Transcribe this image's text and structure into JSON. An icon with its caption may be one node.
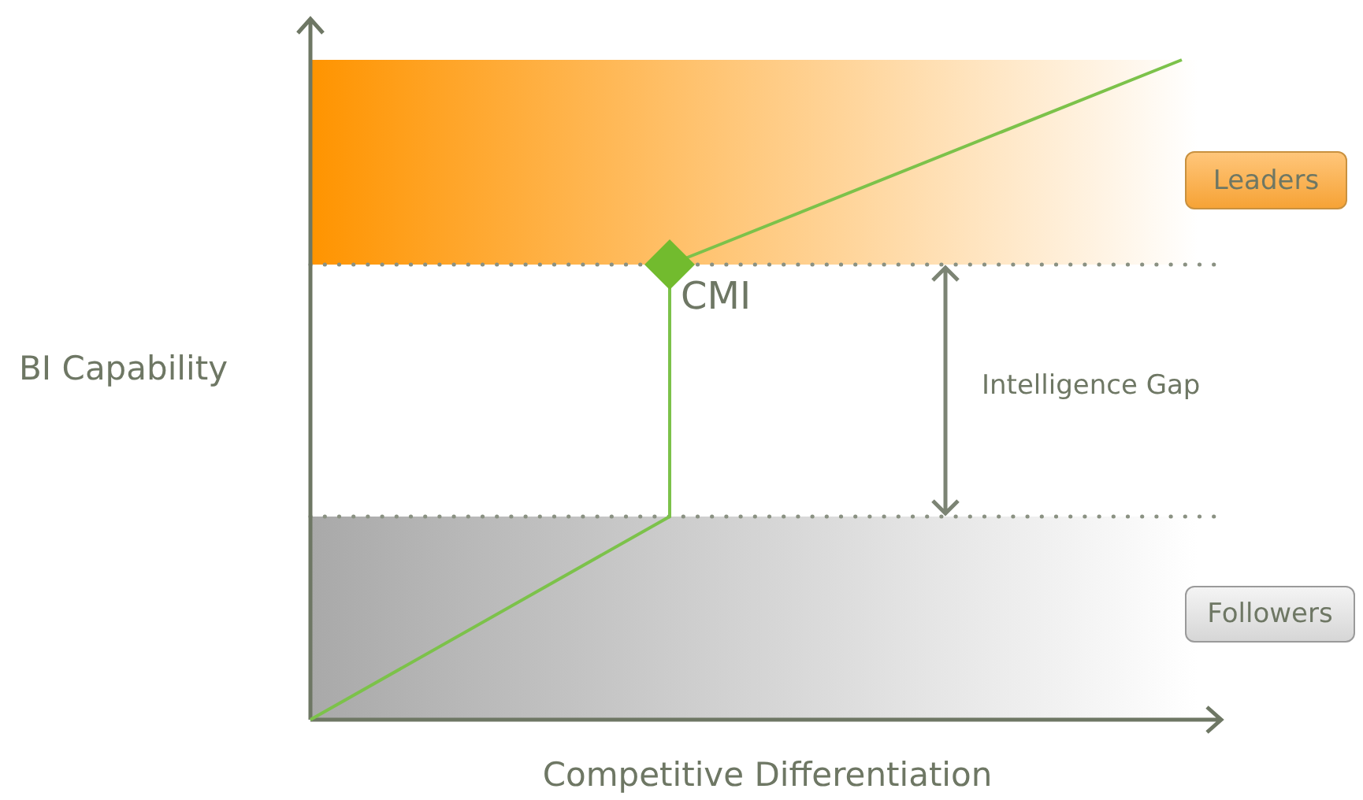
{
  "diagram": {
    "nodes": [
      {
        "text": [
          "Leaders"
        ]
      },
      {
        "text": [
          "Followers"
        ]
      },
      {
        "text": [],
        "shape": "diamond",
        "beside": [
          "CMI"
        ]
      }
    ],
    "labels": [
      "BI Capability",
      "Intelligence Gap",
      "Competitive Differentiation"
    ]
  }
}
